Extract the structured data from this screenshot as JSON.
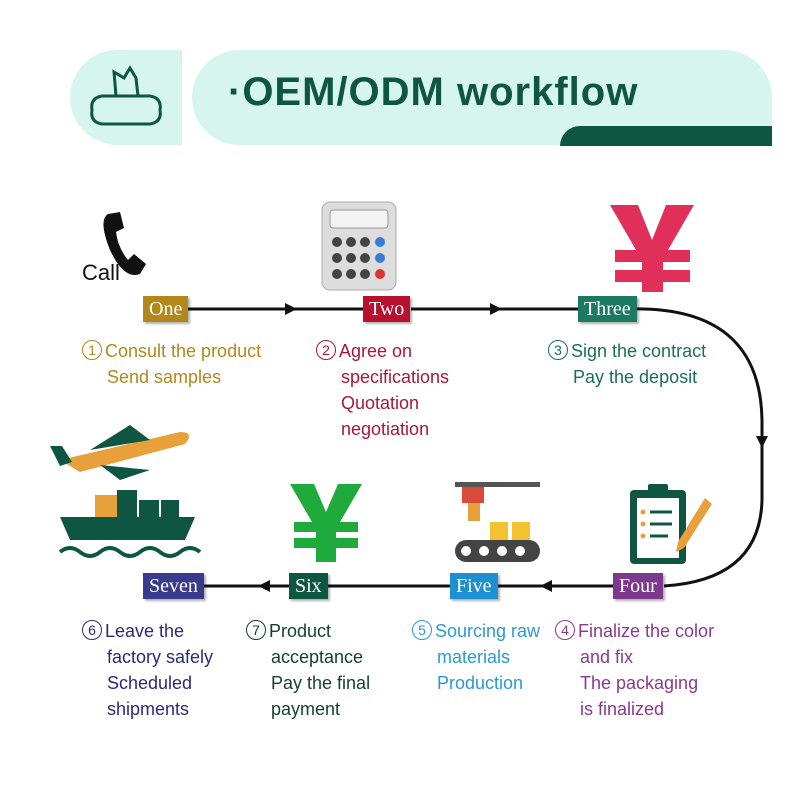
{
  "header": {
    "title": "·OEM/ODM workflow",
    "icon": "wet-wipes-pack-icon"
  },
  "call_label": "Call",
  "colors": {
    "one": "#b2881a",
    "two": "#b8102e",
    "three": "#1a7a62",
    "four": "#7b3a8e",
    "five": "#1e90d2",
    "six": "#0e5641",
    "seven": "#3a3a8c"
  },
  "steps": [
    {
      "label": "One",
      "num": "1",
      "lines": [
        "Consult the product",
        "Send samples"
      ],
      "icon": "phone-icon"
    },
    {
      "label": "Two",
      "num": "2",
      "lines": [
        "Agree on",
        "specifications",
        "Quotation",
        "negotiation"
      ],
      "icon": "calculator-icon"
    },
    {
      "label": "Three",
      "num": "3",
      "lines": [
        "Sign the contract",
        "Pay the deposit"
      ],
      "icon": "yen-icon"
    },
    {
      "label": "Four",
      "num": "4",
      "lines": [
        "Finalize the color",
        "and fix",
        "The packaging",
        "is finalized"
      ],
      "icon": "clipboard-pen-icon"
    },
    {
      "label": "Five",
      "num": "5",
      "lines": [
        "Sourcing raw",
        "materials",
        "Production"
      ],
      "icon": "factory-conveyor-icon"
    },
    {
      "label": "Six",
      "num": "7",
      "lines": [
        "Product",
        "acceptance",
        "Pay the final",
        "payment"
      ],
      "icon": "yen-icon"
    },
    {
      "label": "Seven",
      "num": "6",
      "lines": [
        "Leave the",
        "factory safely",
        "Scheduled",
        "shipments"
      ],
      "icon": "plane-ship-icon"
    }
  ]
}
